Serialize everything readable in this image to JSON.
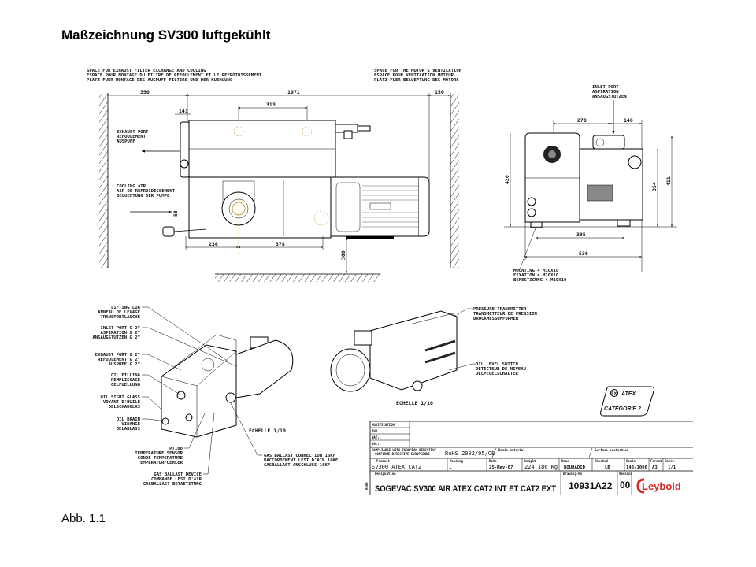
{
  "title": "Maßzeichnung SV300 luftgekühlt",
  "caption": "Abb. 1.1",
  "side_view": {
    "note_left": [
      "SPACE FOR EXHAUST FILTER EXCHANGE AND COOLING",
      "ESPACE POUR MONTAGE DU FILTRE DE REFOULEMENT ET LE REFROIDISSEMENT",
      "PLATZ FUER MONTAGE DES AUSPUFF-FILTERS UND DER KUEHLUNG"
    ],
    "note_right": [
      "SPACE FOR THE MOTOR'S VENTILATION",
      "ESPACE POUR VENTILATION MOTEUR",
      "PLATZ FUER BELUEFTUNG DES MOTORS"
    ],
    "exhaust": [
      "EXHAUST PORT",
      "REFOULEMENT",
      "AUSPUFF"
    ],
    "cooling": [
      "COOLING AIR",
      "AIR DE REFROIDISSEMENT",
      "BELUEFTUNG DER PUMPE"
    ],
    "dims": {
      "d350": "350",
      "d1071": "1071",
      "d150": "150",
      "d141": "141",
      "d313": "313",
      "d236": "236",
      "d378": "378",
      "d300": "300",
      "d58": "58"
    }
  },
  "front_view": {
    "inlet": [
      "INLET PORT",
      "ASPIRATION",
      "ANSAUGSTUTZEN"
    ],
    "mounting": [
      "MOUNTING 4 M10X10",
      "FIXATION 4 M10X10",
      "BEFESTIGUNG 4 M10X10"
    ],
    "dims": {
      "d270": "270",
      "d140": "140",
      "d420": "420",
      "d354": "354",
      "d411": "411",
      "d395": "395",
      "d536": "536"
    }
  },
  "iso_left": {
    "lifting": [
      "LIFTING LUG",
      "ANNEAU DE LEVAGE",
      "TRANSPORTLASCHE"
    ],
    "inlet": [
      "INLET PORT G 2\"",
      "ASPIRATION G 2\"",
      "ANSAUGSTUTZEN G 2\""
    ],
    "exhaust": [
      "EXHAUST PORT G 2\"",
      "REFOULEMENT G 2\"",
      "AUSPUFF G 2\""
    ],
    "oil_filling": [
      "OIL FILLING",
      "REMPLISSAGE",
      "OELFUELLUNG"
    ],
    "sight_glass": [
      "OIL SIGHT GLASS",
      "VOYANT D'HUILE",
      "OELSCHAUGLAS"
    ],
    "oil_drain": [
      "OIL DRAIN",
      "VIDANGE",
      "OELABLASS"
    ],
    "pt100": [
      "PT100",
      "TEMPERATURE SENSOR",
      "SONDE TEMPERATURE",
      "TEMPERATURFUEHLER"
    ],
    "gb_device": [
      "GAS BALLAST DEVICE",
      "COMMANDE LEST D'AIR",
      "GASBALLAST BETAETITUNG"
    ],
    "gb_connection": [
      "GAS BALLAST CONNECTION 16KF",
      "RACCORDEMENT LEST D'AIR 16KF",
      "GASBALLAST ANSCHLUSS 16KF"
    ],
    "scale": "ECHELLE 1/10"
  },
  "iso_right": {
    "pressure": [
      "PRESSURE TRANSMITTER",
      "TRANSMETTEUR DE PRESSION",
      "DRUCKMESSUMFORMER"
    ],
    "oil_level": [
      "OIL LEVEL SWITCH",
      "DETECTEUR DE NIVEAU",
      "OELPEGELSCHALTER"
    ],
    "scale": "ECHELLE 1/10"
  },
  "atex": {
    "line1": "ATEX",
    "line2": "CATEGORIE 2"
  },
  "title_block": {
    "mod_rows": [
      "MODIFICATION",
      "IND...",
      "NAT:.",
      "VAL:.",
      "."
    ],
    "compliance": [
      "COMPLIANCE WITH EUROPEAN DIRECTIVE",
      "CONFORME DIRECTIVE EUROPEENNE"
    ],
    "rohs": "RoHS 2002/95/CE",
    "basic_material_label": "Basic material",
    "surface_label": "Surface protection",
    "product_label": "Product",
    "product": "SV300 ATEX CAT2",
    "molding_label": "Molding",
    "molding": ".",
    "date_label": "Date",
    "date": "25-May-07",
    "weight_label": "Weight",
    "weight": "224,186 Kg",
    "name_label": "Name",
    "name": "BOUHADID",
    "checked_label": "Checked",
    "checked": "LB",
    "scale_label": "Scale",
    "scale": "143/1000",
    "format_label": "Format",
    "format": "A3",
    "sheet_label": "Sheet",
    "sheet": "1/1",
    "designation_label": "Designation",
    "designation": "SOGEVAC SV300 AIR ATEX CAT2 INT ET CAT2 EXT",
    "drawing_label": "Drawing-No",
    "drawing_no": "10931A22",
    "version_label": "Version",
    "version": "00",
    "logo": "Leybold",
    "side_code": "A4A3"
  },
  "colors": {
    "logo_red": "#d22828",
    "centerline": "#c8a040"
  }
}
